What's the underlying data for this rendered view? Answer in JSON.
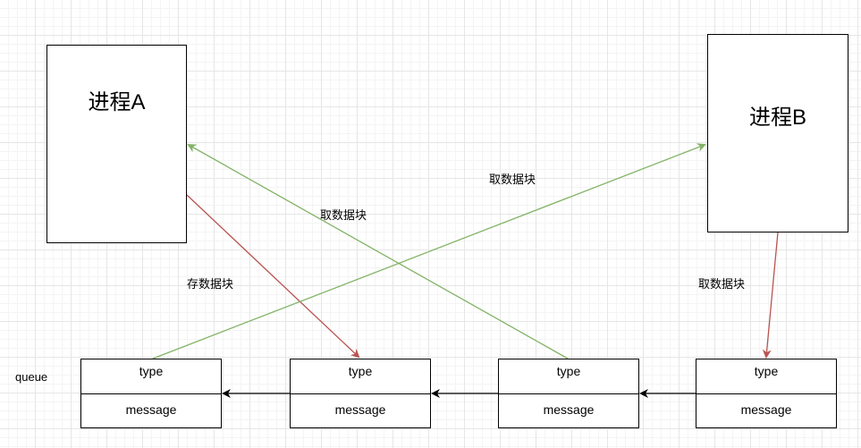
{
  "processes": {
    "a": {
      "label": "进程A"
    },
    "b": {
      "label": "进程B"
    }
  },
  "queue": {
    "label": "queue",
    "nodes": [
      {
        "type": "type",
        "message": "message"
      },
      {
        "type": "type",
        "message": "message"
      },
      {
        "type": "type",
        "message": "message"
      },
      {
        "type": "type",
        "message": "message"
      }
    ]
  },
  "edge_labels": {
    "a_store": "存数据块",
    "a_fetch": "取数据块",
    "b_fetch_top": "取数据块",
    "b_fetch_side": "取数据块"
  },
  "colors": {
    "store_edge": "#b85450",
    "fetch_edge": "#82b366",
    "queue_link": "#000000"
  }
}
